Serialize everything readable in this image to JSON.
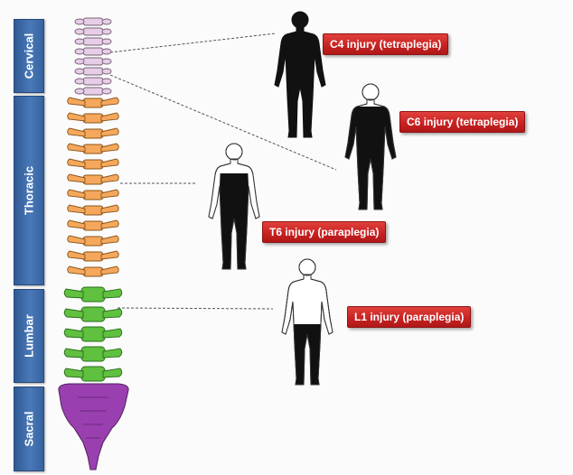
{
  "regions": {
    "cervical": "Cervical",
    "thoracic": "Thoracic",
    "lumbar": "Lumbar",
    "sacral": "Sacral"
  },
  "region_colors": {
    "cervical": "#e6cfe6",
    "thoracic": "#f5a85c",
    "lumbar": "#5fc13f",
    "sacral": "#9a3fb0",
    "tab": "#3f6fae",
    "badge": "#cc2a2a",
    "paralysed": "#111111"
  },
  "injuries": [
    {
      "label": "C4 injury (tetraplegia)",
      "level": "C4"
    },
    {
      "label": "C6 injury (tetraplegia)",
      "level": "C6"
    },
    {
      "label": "T6 injury (paraplegia)",
      "level": "T6"
    },
    {
      "label": "L1 injury (paraplegia)",
      "level": "L1"
    }
  ]
}
